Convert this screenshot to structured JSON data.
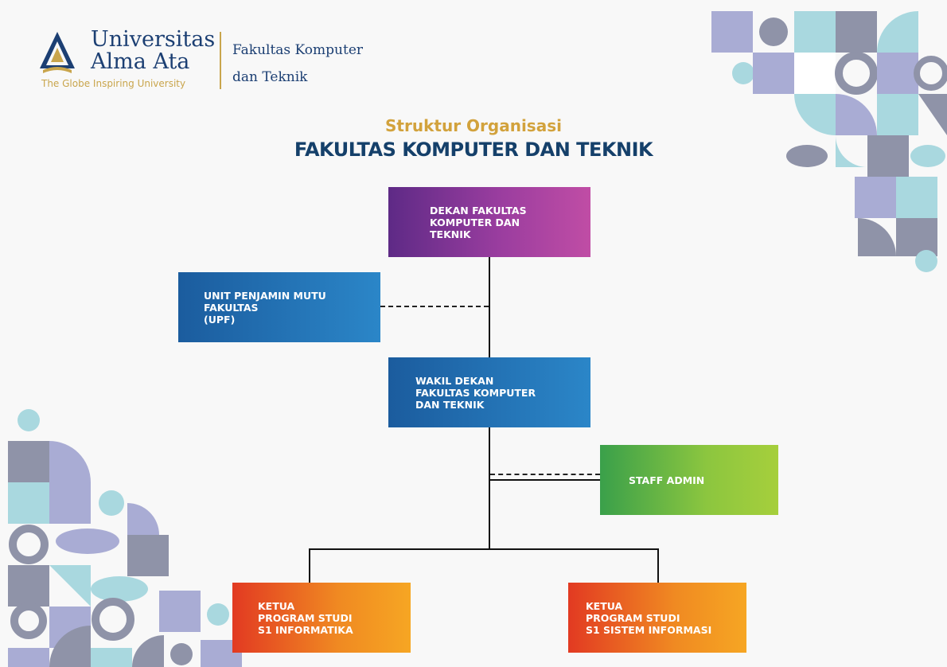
{
  "header": {
    "university_name": "Universitas\nAlma Ata",
    "tagline": "The Globe Inspiring University",
    "faculty_name": "Fakultas Komputer\ndan Teknik"
  },
  "titles": {
    "subtitle": "Struktur Organisasi",
    "title": "FAKULTAS KOMPUTER DAN TEKNIK"
  },
  "org": {
    "dekan": "DEKAN FAKULTAS\nKOMPUTER DAN\nTEKNIK",
    "upf": "UNIT PENJAMIN MUTU\nFAKULTAS\n(UPF)",
    "wakil": "WAKIL DEKAN\nFAKULTAS KOMPUTER\nDAN TEKNIK",
    "staff": "STAFF ADMIN",
    "kaprodi_if": "KETUA\nPROGRAM STUDI\nS1 INFORMATIKA",
    "kaprodi_si": "KETUA\nPROGRAM STUDI\nS1 SISTEM INFORMASI"
  },
  "colors": {
    "navy": "#15406a",
    "gold": "#d2a23c",
    "deco_purple": "#a9acd4",
    "deco_teal": "#a9d8df",
    "deco_slate": "#8f93a8"
  }
}
